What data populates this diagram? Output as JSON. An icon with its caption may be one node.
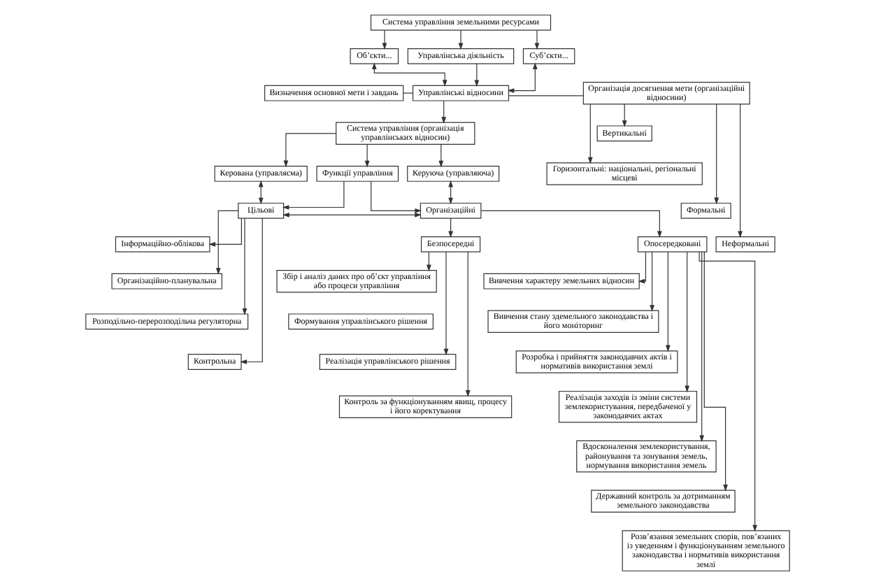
{
  "diagram": {
    "nodes": [
      {
        "text": [
          "Система управління земельними ресурсами"
        ]
      },
      {
        "text": [
          "Об’єкти..."
        ]
      },
      {
        "text": [
          "Управлінська діяльність"
        ]
      },
      {
        "text": [
          "Суб’єкти..."
        ]
      },
      {
        "text": [
          "Визначення основної мети і завдань"
        ]
      },
      {
        "text": [
          "Управлінські відносини"
        ]
      },
      {
        "text": [
          "Організація досягнення мети (організаційні відносини)"
        ]
      },
      {
        "text": [
          "Система управління (організація управлінських відносин)"
        ]
      },
      {
        "text": [
          "Вертикальні"
        ]
      },
      {
        "text": [
          "Горизонтальні: національні, регіональні місцеві"
        ]
      },
      {
        "text": [
          "Керована (управляєма)"
        ]
      },
      {
        "text": [
          "Функції управління"
        ]
      },
      {
        "text": [
          "Керуюча (управляюча)"
        ]
      },
      {
        "text": [
          "Формальні"
        ]
      },
      {
        "text": [
          "Неформальні"
        ]
      },
      {
        "text": [
          "Цільові"
        ]
      },
      {
        "text": [
          "Організаційні"
        ]
      },
      {
        "text": [
          "Інформаційно-облікова"
        ]
      },
      {
        "text": [
          "Безпосередні"
        ]
      },
      {
        "text": [
          "Опосередковані"
        ]
      },
      {
        "text": [
          "Організаційно-планувальна"
        ]
      },
      {
        "text": [
          "Розподільчо-перерозподільча регуляторна"
        ]
      },
      {
        "text": [
          "Контрольна"
        ]
      },
      {
        "text": [
          "Збір і аналіз даних про об’єкт управління або процеси управління"
        ]
      },
      {
        "text": [
          "Формування управлінського рішення"
        ]
      },
      {
        "text": [
          "Реалізація управлінського рішення"
        ]
      },
      {
        "text": [
          "Контроль за функціонуванням явищ, процесу і його коректування"
        ]
      },
      {
        "text": [
          "Вивчення характеру земельних відносин"
        ]
      },
      {
        "text": [
          "Вивчення стану здемельного законодавства і його моніторинг"
        ]
      },
      {
        "text": [
          "Розробка і прийняття законодавчих актів і нормативів використання землі"
        ]
      },
      {
        "text": [
          "Реалізація заходів із зміни системи землекористування, передбаченої у законодавчих актах"
        ]
      },
      {
        "text": [
          "Вдосконалення землекористування, районування та зонування земель, нормування використання земель"
        ]
      },
      {
        "text": [
          "Державний контроль за дотриманням земельного законодавства"
        ]
      },
      {
        "text": [
          "Розв’язання земельних спорів, пов’язаних із уведенням і функціонуванням земельного законодавства і нормативів використання землі"
        ]
      }
    ],
    "edges": [
      {
        "from": 0,
        "to": 1,
        "arrow": "to"
      },
      {
        "from": 0,
        "to": 2,
        "arrow": "to"
      },
      {
        "from": 0,
        "to": 3,
        "arrow": "to"
      },
      {
        "from": 1,
        "to": 5,
        "arrow": "both"
      },
      {
        "from": 2,
        "to": 5,
        "arrow": "to"
      },
      {
        "from": 3,
        "to": 5,
        "arrow": "both"
      },
      {
        "from": 4,
        "to": 5,
        "arrow": "none"
      },
      {
        "from": 5,
        "to": 6,
        "arrow": "none"
      },
      {
        "from": 5,
        "to": 7,
        "arrow": "to"
      },
      {
        "from": 6,
        "to": 8,
        "arrow": "to"
      },
      {
        "from": 6,
        "to": 9,
        "arrow": "to"
      },
      {
        "from": 6,
        "to": 13,
        "arrow": "to"
      },
      {
        "from": 6,
        "to": 14,
        "arrow": "to"
      },
      {
        "from": 7,
        "to": 10,
        "arrow": "to"
      },
      {
        "from": 7,
        "to": 11,
        "arrow": "to"
      },
      {
        "from": 7,
        "to": 12,
        "arrow": "to"
      },
      {
        "from": 10,
        "to": 15,
        "arrow": "both"
      },
      {
        "from": 11,
        "to": 15,
        "arrow": "to"
      },
      {
        "from": 11,
        "to": 16,
        "arrow": "to"
      },
      {
        "from": 12,
        "to": 16,
        "arrow": "both"
      },
      {
        "from": 15,
        "to": 16,
        "arrow": "both"
      },
      {
        "from": 15,
        "to": 17,
        "arrow": "to"
      },
      {
        "from": 15,
        "to": 20,
        "arrow": "to"
      },
      {
        "from": 15,
        "to": 21,
        "arrow": "to"
      },
      {
        "from": 15,
        "to": 22,
        "arrow": "to"
      },
      {
        "from": 16,
        "to": 18,
        "arrow": "to"
      },
      {
        "from": 16,
        "to": 19,
        "arrow": "to"
      },
      {
        "from": 18,
        "to": 23,
        "arrow": "to"
      },
      {
        "from": 18,
        "to": 25,
        "arrow": "to"
      },
      {
        "from": 18,
        "to": 26,
        "arrow": "to"
      },
      {
        "from": 19,
        "to": 27,
        "arrow": "to"
      },
      {
        "from": 19,
        "to": 28,
        "arrow": "to"
      },
      {
        "from": 19,
        "to": 29,
        "arrow": "to"
      },
      {
        "from": 19,
        "to": 30,
        "arrow": "to"
      },
      {
        "from": 19,
        "to": 31,
        "arrow": "to"
      },
      {
        "from": 19,
        "to": 32,
        "arrow": "to"
      },
      {
        "from": 19,
        "to": 33,
        "arrow": "to"
      }
    ]
  }
}
